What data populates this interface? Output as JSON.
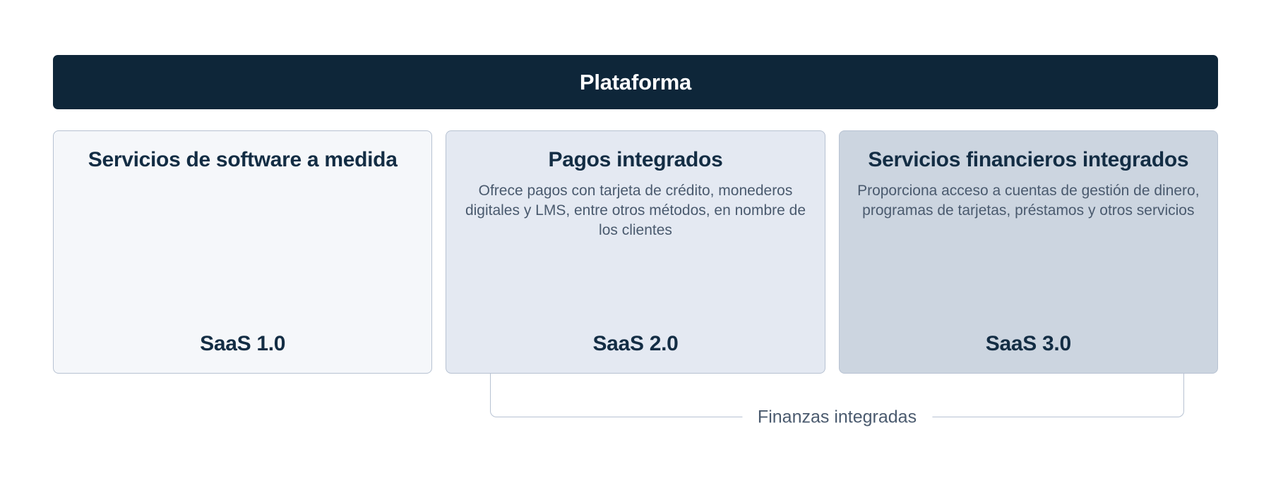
{
  "platform": {
    "title": "Plataforma"
  },
  "cards": [
    {
      "id": "custom-software-services",
      "title": "Servicios de software a medida",
      "description": "",
      "tier_label": "SaaS 1.0",
      "tone": "tier1"
    },
    {
      "id": "integrated-payments",
      "title": "Pagos integrados",
      "description": "Ofrece pagos con tarjeta de crédito, monederos digitales y LMS, entre otros métodos, en nombre de los clientes",
      "tier_label": "SaaS 2.0",
      "tone": "tier2"
    },
    {
      "id": "embedded-financial-services",
      "title": "Servicios financieros integrados",
      "description": "Proporciona acceso a cuentas de gestión de dinero, programas de tarjetas, préstamos y otros servicios",
      "tier_label": "SaaS 3.0",
      "tone": "tier3"
    }
  ],
  "bracket": {
    "label": "Finanzas integradas"
  },
  "colors": {
    "header_bg": "#0e2639",
    "header_text": "#ffffff",
    "card_tier1_bg": "#f5f7fa",
    "card_tier2_bg": "#e4e9f2",
    "card_tier3_bg": "#ccd5e0",
    "card_border": "#b7c2d2",
    "title_text": "#132d44",
    "body_text": "#4a5a6e",
    "page_bg": "#ffffff"
  }
}
